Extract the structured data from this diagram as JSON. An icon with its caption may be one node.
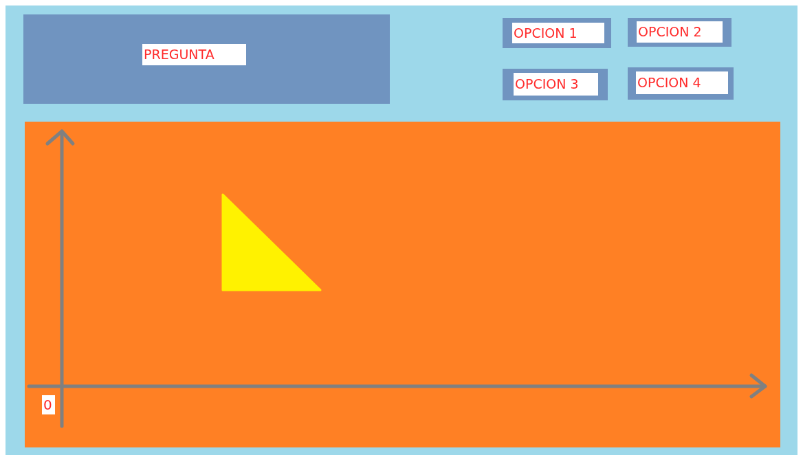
{
  "diagram": {
    "nodes": [
      {
        "text": [
          "PREGUNTA"
        ]
      },
      {
        "text": [
          "OPCION 1"
        ]
      },
      {
        "text": [
          "OPCION 2"
        ]
      },
      {
        "text": [
          "OPCION 3"
        ]
      },
      {
        "text": [
          "OPCION 4"
        ]
      },
      {
        "text": [],
        "shape": "triangle"
      }
    ],
    "labels": [
      "0"
    ]
  }
}
